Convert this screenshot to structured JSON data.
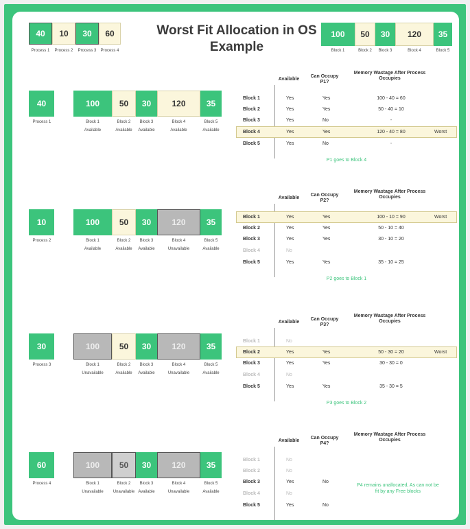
{
  "title": "Worst Fit Allocation in OS Example",
  "top_processes": {
    "values": [
      "40",
      "10",
      "30",
      "60"
    ],
    "labels": [
      "Process 1",
      "Process 2",
      "Process 3",
      "Process 4"
    ]
  },
  "top_blocks": {
    "values": [
      "100",
      "50",
      "30",
      "120",
      "35"
    ],
    "labels": [
      "Block 1",
      "Block 2",
      "Block 3",
      "Block 4",
      "Block 5"
    ]
  },
  "headers": {
    "available": "Available",
    "mem": "Memory Wastage After Process Occupies"
  },
  "steps": [
    {
      "process_value": "40",
      "process_label": "Process 1",
      "block_values": [
        "100",
        "50",
        "30",
        "120",
        "35"
      ],
      "block_status": [
        "Available",
        "Available",
        "Available",
        "Available",
        "Available"
      ],
      "occupy_header": "Can Occupy P1?",
      "rows": [
        {
          "block": "Block 1",
          "avail": "Yes",
          "occ": "Yes",
          "mem": "100 - 40 = 60",
          "worst": ""
        },
        {
          "block": "Block 2",
          "avail": "Yes",
          "occ": "Yes",
          "mem": "50 - 40 = 10",
          "worst": ""
        },
        {
          "block": "Block 3",
          "avail": "Yes",
          "occ": "No",
          "mem": "-",
          "worst": ""
        },
        {
          "block": "Block 4",
          "avail": "Yes",
          "occ": "Yes",
          "mem": "120 - 40 = 80",
          "worst": "Worst"
        },
        {
          "block": "Block 5",
          "avail": "Yes",
          "occ": "No",
          "mem": "-",
          "worst": ""
        }
      ],
      "note": "P1 goes to Block 4"
    },
    {
      "process_value": "10",
      "process_label": "Process 2",
      "block_values": [
        "100",
        "50",
        "30",
        "120",
        "35"
      ],
      "block_status": [
        "Available",
        "Available",
        "Available",
        "Unavailable",
        "Available"
      ],
      "occupy_header": "Can Occupy P2?",
      "rows": [
        {
          "block": "Block 1",
          "avail": "Yes",
          "occ": "Yes",
          "mem": "100 - 10 = 90",
          "worst": "Worst"
        },
        {
          "block": "Block 2",
          "avail": "Yes",
          "occ": "Yes",
          "mem": "50 - 10 = 40",
          "worst": ""
        },
        {
          "block": "Block 3",
          "avail": "Yes",
          "occ": "Yes",
          "mem": "30 - 10 = 20",
          "worst": ""
        },
        {
          "block": "Block 4",
          "avail": "No",
          "occ": "",
          "mem": "",
          "worst": ""
        },
        {
          "block": "Block 5",
          "avail": "Yes",
          "occ": "Yes",
          "mem": "35 - 10 = 25",
          "worst": ""
        }
      ],
      "note": "P2 goes to Block 1"
    },
    {
      "process_value": "30",
      "process_label": "Process 3",
      "block_values": [
        "100",
        "50",
        "30",
        "120",
        "35"
      ],
      "block_status": [
        "Unavailable",
        "Available",
        "Available",
        "Unavailable",
        "Available"
      ],
      "occupy_header": "Can Occupy P3?",
      "rows": [
        {
          "block": "Block 1",
          "avail": "No",
          "occ": "",
          "mem": "",
          "worst": ""
        },
        {
          "block": "Block 2",
          "avail": "Yes",
          "occ": "Yes",
          "mem": "50 - 30 = 20",
          "worst": "Worst"
        },
        {
          "block": "Block 3",
          "avail": "Yes",
          "occ": "Yes",
          "mem": "30 - 30 = 0",
          "worst": ""
        },
        {
          "block": "Block 4",
          "avail": "No",
          "occ": "",
          "mem": "",
          "worst": ""
        },
        {
          "block": "Block 5",
          "avail": "Yes",
          "occ": "Yes",
          "mem": "35 - 30 = 5",
          "worst": ""
        }
      ],
      "note": "P3 goes to Block 2"
    },
    {
      "process_value": "60",
      "process_label": "Process 4",
      "block_values": [
        "100",
        "50",
        "30",
        "120",
        "35"
      ],
      "block_status": [
        "Unavailable",
        "Unavailable",
        "Available",
        "Unavailable",
        "Available"
      ],
      "occupy_header": "Can Occupy P4?",
      "rows": [
        {
          "block": "Block 1",
          "avail": "No",
          "occ": "",
          "mem": "",
          "worst": ""
        },
        {
          "block": "Block 2",
          "avail": "No",
          "occ": "",
          "mem": "",
          "worst": ""
        },
        {
          "block": "Block 3",
          "avail": "Yes",
          "occ": "No",
          "mem": "",
          "worst": ""
        },
        {
          "block": "Block 4",
          "avail": "No",
          "occ": "",
          "mem": "",
          "worst": ""
        },
        {
          "block": "Block 5",
          "avail": "Yes",
          "occ": "No",
          "mem": "",
          "worst": ""
        }
      ],
      "note": "P4 remains unallocated, As can not be fit by any Free blocks"
    }
  ]
}
